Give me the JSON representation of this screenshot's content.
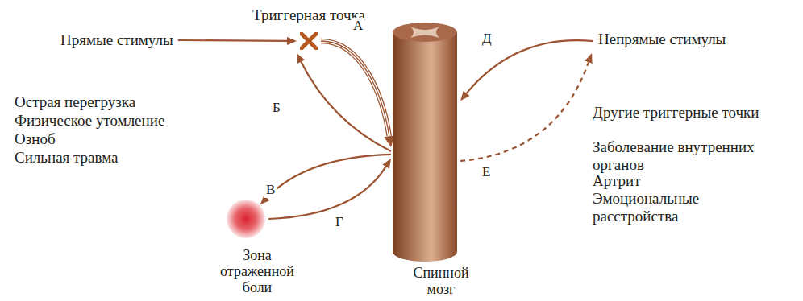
{
  "diagram": {
    "nodes": [
      {
        "text": [
          "Прямые стимулы"
        ]
      },
      {
        "text": [
          "Триггерная точка"
        ]
      },
      {
        "text": [
          "Спинной мозг"
        ]
      },
      {
        "text": [
          "Непрямые стимулы"
        ]
      },
      {
        "text": [
          "Зона отраженной боли"
        ]
      }
    ],
    "edges": [
      {
        "from": 0,
        "to": 1,
        "arrow": "to"
      },
      {
        "from": 1,
        "to": 2,
        "label": "А",
        "arrow": "to"
      },
      {
        "from": 2,
        "to": 1,
        "label": "Б",
        "arrow": "to"
      },
      {
        "from": 2,
        "to": 4,
        "label": "В",
        "arrow": "to"
      },
      {
        "from": 4,
        "to": 2,
        "label": "Г",
        "arrow": "to"
      },
      {
        "from": 3,
        "to": 2,
        "label": "Д",
        "arrow": "to"
      },
      {
        "from": 2,
        "to": 3,
        "label": "Е",
        "arrow": "to"
      }
    ],
    "labels": [
      "Острая перегрузка",
      "Физическое утомление",
      "Озноб",
      "Сильная травма",
      "Другие триггерные точки",
      "Заболевание внутренних органов",
      "Артрит",
      "Эмоциональные расстройства"
    ]
  }
}
